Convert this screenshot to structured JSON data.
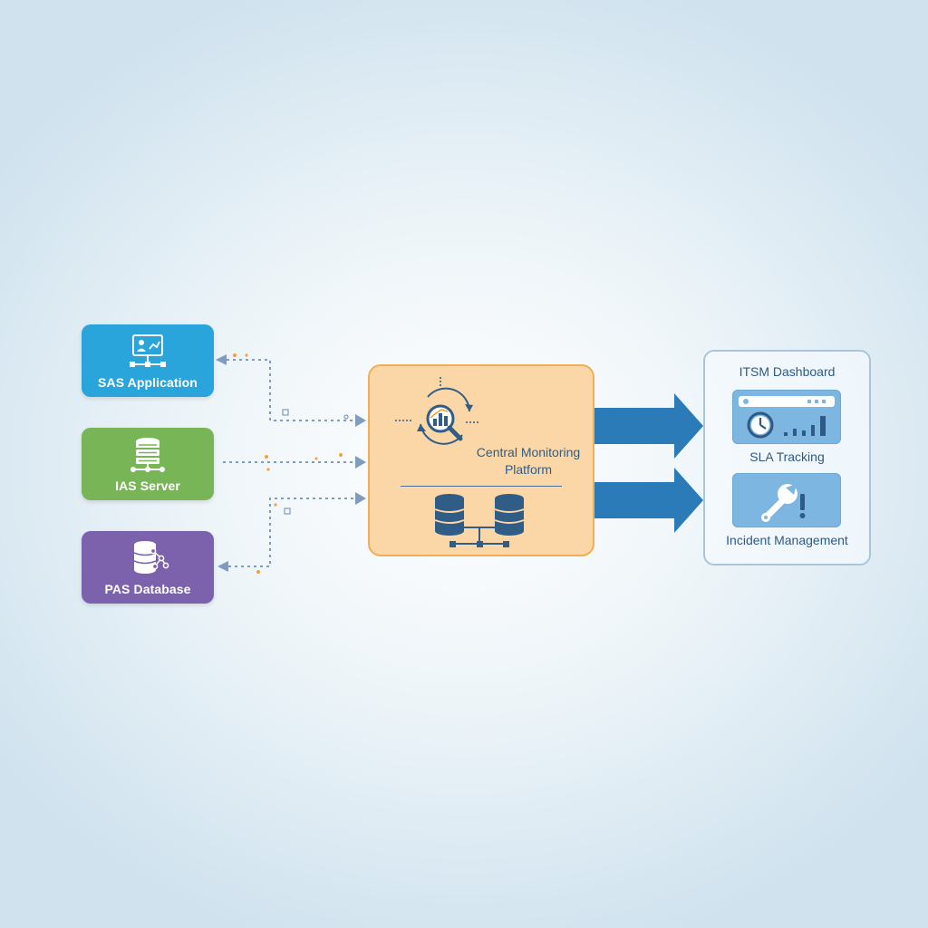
{
  "sources": [
    {
      "label": "SAS Application",
      "icon": "monitor-network-icon",
      "color": "#2aa5db"
    },
    {
      "label": "IAS Server",
      "icon": "server-stack-icon",
      "color": "#77b556"
    },
    {
      "label": "PAS Database",
      "icon": "database-icon",
      "color": "#7c62ac"
    }
  ],
  "central": {
    "title": "Central Monitoring Platform",
    "icons": [
      "analytics-magnifier-icon",
      "linked-databases-icon"
    ],
    "color": "#fbd7a8",
    "border_color": "#f1ae55"
  },
  "itsm": {
    "title": "ITSM Dashboard",
    "panels": [
      {
        "label": "SLA Tracking",
        "icon": "clock-bar-chart-icon"
      },
      {
        "label": "Incident Management",
        "icon": "wrench-alert-icon"
      }
    ]
  },
  "colors": {
    "flow_arrow": "#2b7bb9",
    "connector": "#7d9cbf",
    "accent_dots": "#f0a23a",
    "text_blue": "#2d5a86"
  }
}
